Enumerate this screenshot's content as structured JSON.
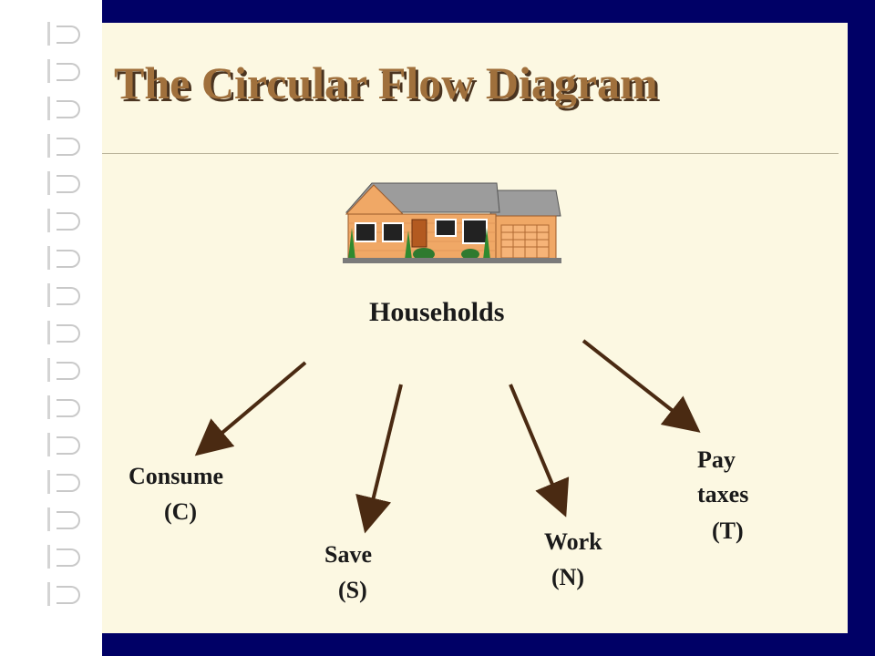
{
  "title": "The Circular Flow Diagram",
  "center": {
    "label": "Households",
    "icon": "house-icon"
  },
  "flows": [
    {
      "id": "consume",
      "line1": "Consume",
      "line2": "(C)"
    },
    {
      "id": "save",
      "line1": "Save",
      "line2": "(S)"
    },
    {
      "id": "work",
      "line1": "Work",
      "line2": "(N)"
    },
    {
      "id": "taxes",
      "line1": "Pay",
      "line2": "taxes",
      "line3": "(T)"
    }
  ],
  "colors": {
    "frame": "#000066",
    "panel": "#fcf8e2",
    "title": "#a0703c",
    "arrow": "#4a2a12"
  }
}
